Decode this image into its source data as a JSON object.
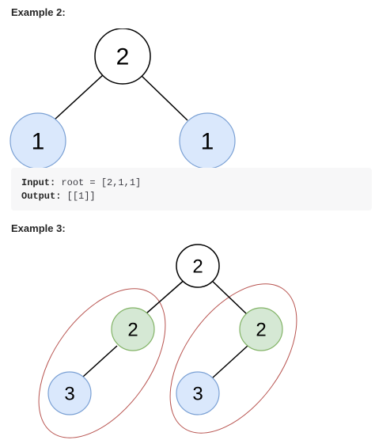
{
  "example2": {
    "heading": "Example 2:",
    "tree": {
      "root": "2",
      "left": "1",
      "right": "1"
    },
    "input_label": "Input:",
    "input_value": " root = [2,1,1]",
    "output_label": "Output:",
    "output_value": " [[1]]"
  },
  "example3": {
    "heading": "Example 3:",
    "tree": {
      "root": "2",
      "left_child": "2",
      "left_grandchild": "3",
      "right_child": "2",
      "right_grandchild": "3"
    }
  },
  "colors": {
    "blue_node_fill": "#dae8fc",
    "blue_node_stroke": "#7aa0d4",
    "green_node_fill": "#d5e8d4",
    "green_node_stroke": "#82b366",
    "highlight_ellipse": "#b85450"
  }
}
